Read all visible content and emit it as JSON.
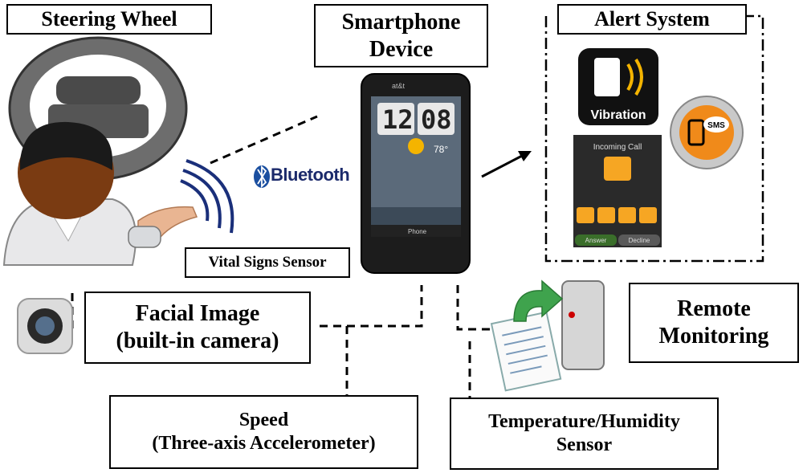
{
  "labels": {
    "steering_wheel": "Steering Wheel",
    "smartphone_line1": "Smartphone",
    "smartphone_line2": "Device",
    "alert_system": "Alert System",
    "vital_signs": "Vital Signs Sensor",
    "facial_line1": "Facial Image",
    "facial_line2": "(built-in camera)",
    "remote_line1": "Remote",
    "remote_line2": "Monitoring",
    "speed_line1": "Speed",
    "speed_line2": "(Three-axis Accelerometer)",
    "temp_line1": "Temperature/Humidity",
    "temp_line2": "Sensor",
    "bluetooth": "Bluetooth"
  },
  "phone": {
    "carrier": "at&t",
    "clock_hours": "12",
    "clock_minutes": "08",
    "temperature": "78°",
    "soft_key": "Phone"
  },
  "alert": {
    "vibration": "Vibration",
    "sms": "SMS",
    "incoming_call": "Incoming Call",
    "answer": "Answer",
    "decline": "Decline"
  },
  "colors": {
    "bluetooth_blue": "#1b4fa0",
    "sms_orange": "#f08a1a",
    "call_orange": "#f6a623",
    "arrow_green": "#3fa34d"
  }
}
